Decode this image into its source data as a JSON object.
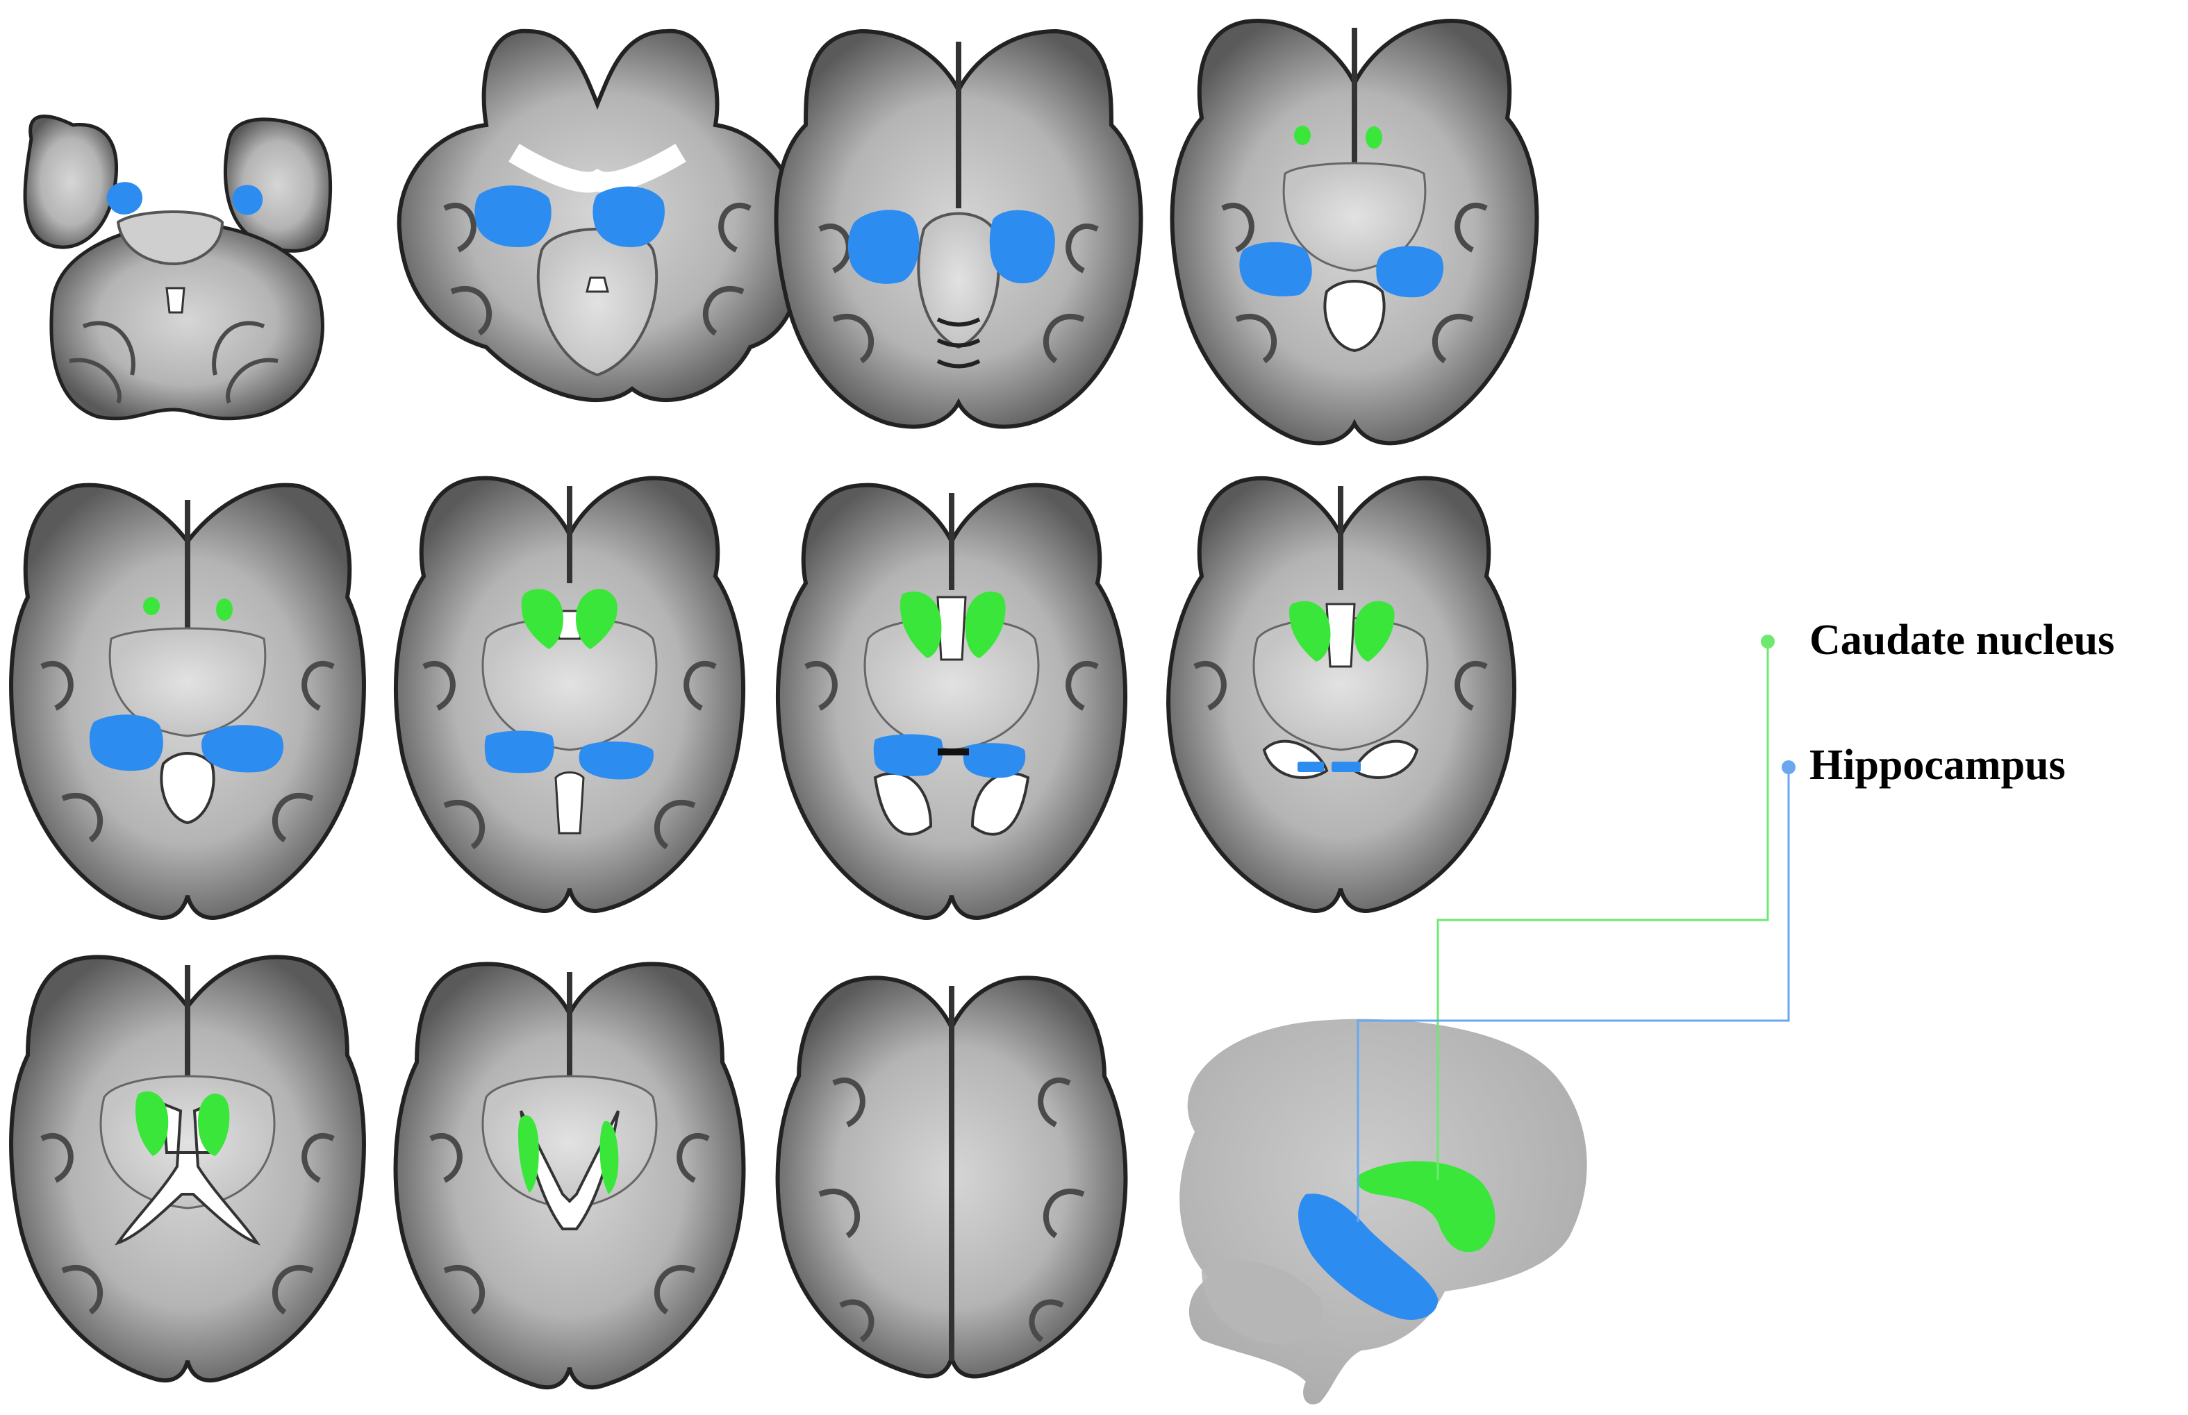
{
  "figure": {
    "background": "#ffffff",
    "brain_tone": "#9a9a9a",
    "regions": [
      {
        "id": "caudate",
        "label": "Caudate nucleus",
        "color": "#3ae63a",
        "line_color": "#6fe86f"
      },
      {
        "id": "hippocampus",
        "label": "Hippocampus",
        "color": "#2d8cf0",
        "line_color": "#6aa7ef"
      }
    ],
    "axial_slices": [
      {
        "row": 1,
        "col": 1,
        "view": "axial-inferior",
        "regions": [
          "hippocampus"
        ]
      },
      {
        "row": 1,
        "col": 2,
        "view": "axial",
        "regions": [
          "hippocampus"
        ]
      },
      {
        "row": 1,
        "col": 3,
        "view": "axial",
        "regions": [
          "hippocampus"
        ]
      },
      {
        "row": 1,
        "col": 4,
        "view": "axial",
        "regions": [
          "caudate",
          "hippocampus"
        ]
      },
      {
        "row": 2,
        "col": 1,
        "view": "axial",
        "regions": [
          "caudate",
          "hippocampus"
        ]
      },
      {
        "row": 2,
        "col": 2,
        "view": "axial",
        "regions": [
          "caudate",
          "hippocampus"
        ]
      },
      {
        "row": 2,
        "col": 3,
        "view": "axial",
        "regions": [
          "caudate",
          "hippocampus"
        ]
      },
      {
        "row": 2,
        "col": 4,
        "view": "axial",
        "regions": [
          "caudate",
          "hippocampus"
        ]
      },
      {
        "row": 3,
        "col": 1,
        "view": "axial",
        "regions": [
          "caudate"
        ]
      },
      {
        "row": 3,
        "col": 2,
        "view": "axial",
        "regions": [
          "caudate"
        ]
      },
      {
        "row": 3,
        "col": 3,
        "view": "axial",
        "regions": []
      }
    ],
    "render_3d": {
      "view": "sagittal-3d",
      "regions": [
        "caudate",
        "hippocampus"
      ]
    }
  }
}
